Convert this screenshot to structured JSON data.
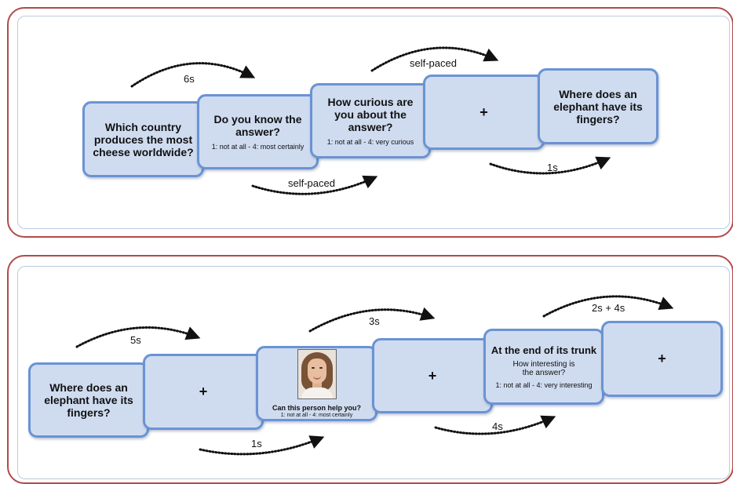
{
  "panel_top": {
    "cards": [
      {
        "text": "Which country produces the most cheese worldwide?",
        "sub": ""
      },
      {
        "text": "Do you know the answer?",
        "sub": "1: not at all - 4: most certainly"
      },
      {
        "text": "How curious are you about the answer?",
        "sub": "1: not at all - 4: very curious"
      },
      {
        "text": "+",
        "sub": ""
      },
      {
        "text": "Where does an elephant have its fingers?",
        "sub": ""
      }
    ],
    "timings": [
      "6s",
      "self-paced",
      "self-paced",
      "1s"
    ]
  },
  "panel_bottom": {
    "cards": [
      {
        "text": "Where does an elephant have its fingers?",
        "sub": ""
      },
      {
        "text": "+",
        "sub": ""
      },
      {
        "text": "Can this person help you?",
        "sub": "1: not at all - 4: most certainly"
      },
      {
        "text": "+",
        "sub": ""
      },
      {
        "text": "At the end of its trunk",
        "sub": "How interesting is the answer?",
        "sub2": "1: not at all - 4: very interesting"
      },
      {
        "text": "+",
        "sub": ""
      }
    ],
    "timings": [
      "5s",
      "3s",
      "2s + 4s",
      "1s",
      "4s"
    ]
  }
}
